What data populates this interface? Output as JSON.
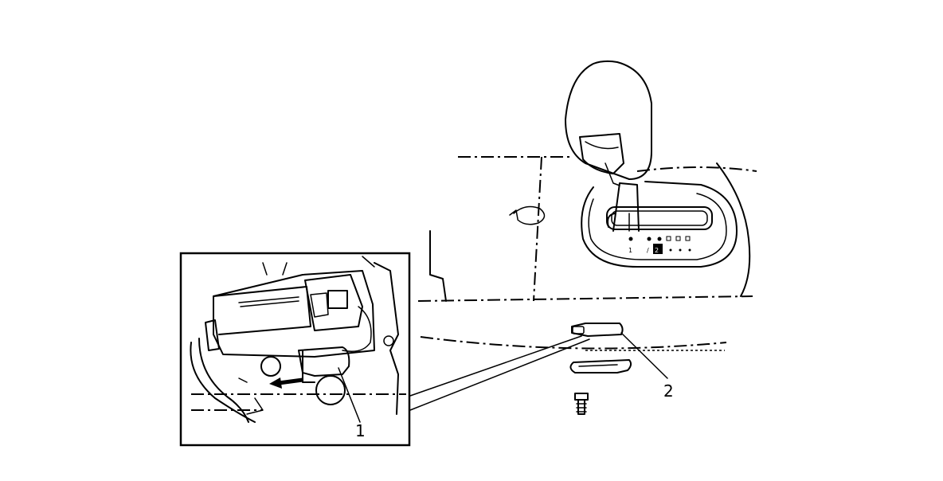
{
  "callouts": [
    {
      "id": "1",
      "label": "1"
    },
    {
      "id": "2",
      "label": "2"
    }
  ],
  "shift_positions": {
    "labels": [
      "1",
      "2"
    ],
    "selected": "2"
  }
}
